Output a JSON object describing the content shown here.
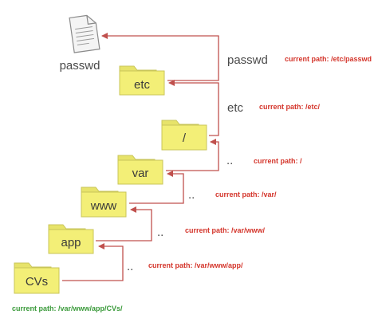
{
  "colors": {
    "folder_fill": "#f3ef77",
    "folder_stroke": "#c9c65a",
    "arrow": "#c0504d",
    "path_red": "#d4352b",
    "path_green": "#3a9a3a"
  },
  "file": {
    "label": "passwd",
    "icon": "document-icon"
  },
  "folders": [
    {
      "id": "etc",
      "label": "etc"
    },
    {
      "id": "root",
      "label": "/"
    },
    {
      "id": "var",
      "label": "var"
    },
    {
      "id": "www",
      "label": "www"
    },
    {
      "id": "app",
      "label": "app"
    },
    {
      "id": "cvs",
      "label": "CVs"
    }
  ],
  "steps": [
    {
      "id": "passwd",
      "label": "passwd",
      "current_path": "current path: /etc/passwd"
    },
    {
      "id": "etc",
      "label": "etc",
      "current_path": "current path: /etc/"
    },
    {
      "id": "root",
      "label": "..",
      "current_path": "current path: /"
    },
    {
      "id": "var",
      "label": "..",
      "current_path": "current path: /var/"
    },
    {
      "id": "www",
      "label": "..",
      "current_path": "current path: /var/www/"
    },
    {
      "id": "app",
      "label": "..",
      "current_path": "current path: /var/www/app/"
    }
  ],
  "start_path": "current path: /var/www/app/CVs/"
}
